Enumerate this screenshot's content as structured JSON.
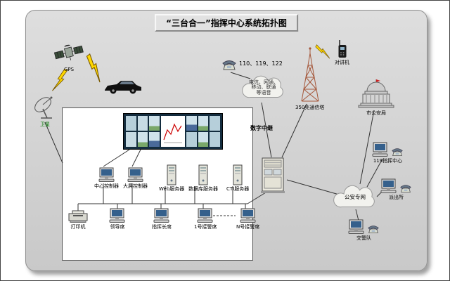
{
  "title": "“三台合一”指挥中心系统拓扑图",
  "external": {
    "gps": "GPS",
    "satellite": "卫星",
    "alarm_numbers": "110、119、122",
    "telecom_cloud": [
      "电信、网通、",
      "移动、联通",
      "等语音"
    ],
    "digital_trunk": "数字中继",
    "radio_tower": "350兆通信塔",
    "walkie_talkie": "对讲机",
    "city_police_bureau": "市公安局",
    "fire_command_center": "119指挥中心",
    "police_private_net": "公安专网",
    "police_station": "派出所",
    "traffic_police": "交警队"
  },
  "command_center": {
    "center_controller": "中心控制器",
    "screen_controller": "大屏控制器",
    "web_server": "Web服务器",
    "database_server": "数据库服务器",
    "cti_server": "CTI服务器",
    "printer": "打印机",
    "leader_seat": "领导席",
    "commander_seat": "指挥长席",
    "seat_1": "1号接警席",
    "seat_n": "N号接警席"
  }
}
